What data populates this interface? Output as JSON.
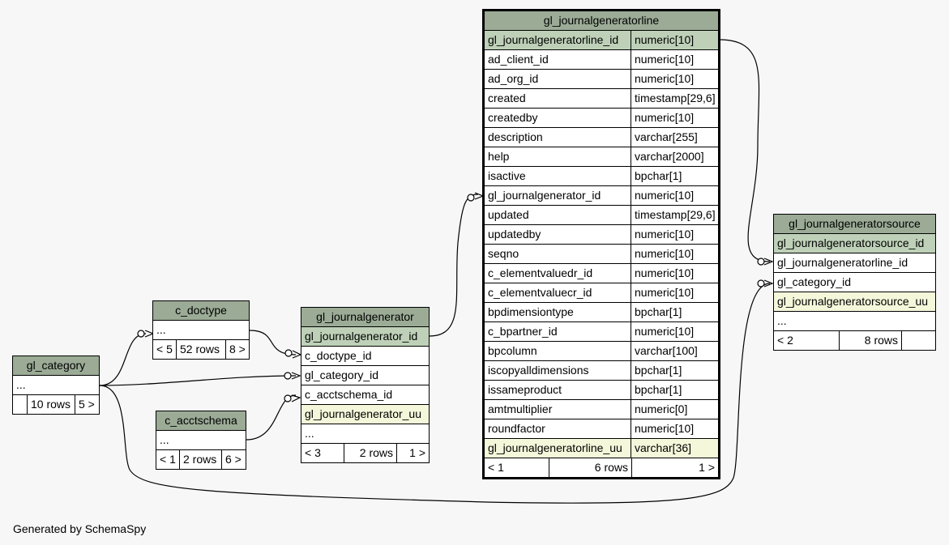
{
  "footer": {
    "generated_by": "Generated by SchemaSpy"
  },
  "tables": {
    "gl_journalgeneratorline": {
      "name": "gl_journalgeneratorline",
      "columns": [
        {
          "name": "gl_journalgeneratorline_id",
          "type": "numeric[10]"
        },
        {
          "name": "ad_client_id",
          "type": "numeric[10]"
        },
        {
          "name": "ad_org_id",
          "type": "numeric[10]"
        },
        {
          "name": "created",
          "type": "timestamp[29,6]"
        },
        {
          "name": "createdby",
          "type": "numeric[10]"
        },
        {
          "name": "description",
          "type": "varchar[255]"
        },
        {
          "name": "help",
          "type": "varchar[2000]"
        },
        {
          "name": "isactive",
          "type": "bpchar[1]"
        },
        {
          "name": "gl_journalgenerator_id",
          "type": "numeric[10]"
        },
        {
          "name": "updated",
          "type": "timestamp[29,6]"
        },
        {
          "name": "updatedby",
          "type": "numeric[10]"
        },
        {
          "name": "seqno",
          "type": "numeric[10]"
        },
        {
          "name": "c_elementvaluedr_id",
          "type": "numeric[10]"
        },
        {
          "name": "c_elementvaluecr_id",
          "type": "numeric[10]"
        },
        {
          "name": "bpdimensiontype",
          "type": "bpchar[1]"
        },
        {
          "name": "c_bpartner_id",
          "type": "numeric[10]"
        },
        {
          "name": "bpcolumn",
          "type": "varchar[100]"
        },
        {
          "name": "iscopyalldimensions",
          "type": "bpchar[1]"
        },
        {
          "name": "issameproduct",
          "type": "bpchar[1]"
        },
        {
          "name": "amtmultiplier",
          "type": "numeric[0]"
        },
        {
          "name": "roundfactor",
          "type": "numeric[10]"
        },
        {
          "name": "gl_journalgeneratorline_uu",
          "type": "varchar[36]"
        }
      ],
      "footer": {
        "parents": "< 1",
        "rows": "6 rows",
        "children": "1 >"
      }
    },
    "gl_journalgeneratorsource": {
      "name": "gl_journalgeneratorsource",
      "columns": [
        {
          "name": "gl_journalgeneratorsource_id"
        },
        {
          "name": "gl_journalgeneratorline_id"
        },
        {
          "name": "gl_category_id"
        },
        {
          "name": "gl_journalgeneratorsource_uu"
        },
        {
          "name": "..."
        }
      ],
      "footer": {
        "parents": "< 2",
        "rows": "8 rows",
        "children": ""
      }
    },
    "gl_journalgenerator": {
      "name": "gl_journalgenerator",
      "columns": [
        {
          "name": "gl_journalgenerator_id"
        },
        {
          "name": "c_doctype_id"
        },
        {
          "name": "gl_category_id"
        },
        {
          "name": "c_acctschema_id"
        },
        {
          "name": "gl_journalgenerator_uu"
        },
        {
          "name": "..."
        }
      ],
      "footer": {
        "parents": "< 3",
        "rows": "2 rows",
        "children": "1 >"
      }
    },
    "c_doctype": {
      "name": "c_doctype",
      "columns": [
        {
          "name": "..."
        }
      ],
      "footer": {
        "parents": "< 5",
        "rows": "52 rows",
        "children": "8 >"
      }
    },
    "c_acctschema": {
      "name": "c_acctschema",
      "columns": [
        {
          "name": "..."
        }
      ],
      "footer": {
        "parents": "< 1",
        "rows": "2 rows",
        "children": "6 >"
      }
    },
    "gl_category": {
      "name": "gl_category",
      "columns": [
        {
          "name": "..."
        }
      ],
      "footer": {
        "parents": "",
        "rows": "10 rows",
        "children": "5 >"
      }
    }
  },
  "colors": {
    "header": "#9bab96",
    "primary_key": "#bed1b8",
    "unique": "#f4f7da",
    "background": "#f7f7f7"
  }
}
